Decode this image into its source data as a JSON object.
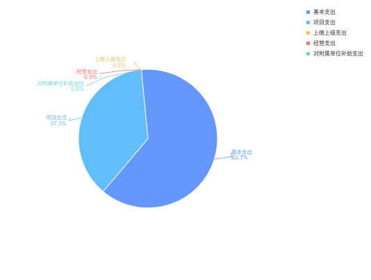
{
  "chart_data": {
    "type": "pie",
    "title": "",
    "slices": [
      {
        "name": "基本支出",
        "value": 62.7,
        "label": "62.7%",
        "color": "#6596fb"
      },
      {
        "name": "项目支出",
        "value": 37.3,
        "label": "37.3%",
        "color": "#62bdfd"
      },
      {
        "name": "上缴上级支出",
        "value": 0.0,
        "label": "0.0%",
        "color": "#f7bb5f"
      },
      {
        "name": "经营支出",
        "value": 0.0,
        "label": "0.0%",
        "color": "#f5706f"
      },
      {
        "name": "对附属单位补助支出",
        "value": 0.0,
        "label": "0.0%",
        "color": "#6fd5dc"
      }
    ],
    "legend_position": "top-right"
  }
}
